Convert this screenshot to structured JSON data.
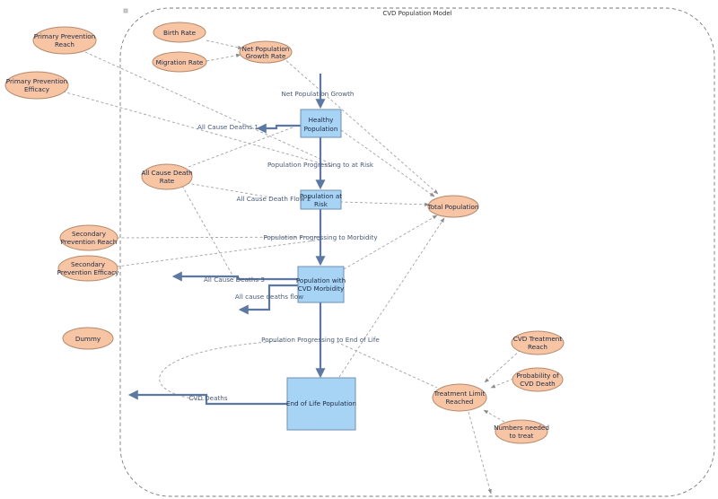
{
  "model_title": "CVD Population Model",
  "stocks": {
    "healthy": [
      "Healthy",
      "Population"
    ],
    "at_risk": [
      "Population at",
      "Risk"
    ],
    "cvd_morbidity": [
      "Population with",
      "CVD Morbidity"
    ],
    "end_of_life": [
      "End of Life Population"
    ]
  },
  "auxiliaries": {
    "birth_rate": [
      "Birth Rate"
    ],
    "migration_rate": [
      "Migration Rate"
    ],
    "net_population_growth_rate": [
      "Net Population",
      "Growth Rate"
    ],
    "primary_prevention_reach": [
      "Primary Prevention",
      "Reach"
    ],
    "primary_prevention_efficacy": [
      "Primary Prevention",
      "Efficacy"
    ],
    "all_cause_death_rate": [
      "All Cause Death",
      "Rate"
    ],
    "secondary_prevention_reach": [
      "Secondary",
      "Prevention Reach"
    ],
    "secondary_prevention_efficacy": [
      "Secondary",
      "Prevention Efficacy"
    ],
    "dummy": [
      "Dummy"
    ],
    "total_population": [
      "Total Population"
    ],
    "cvd_treatment_reach": [
      "CVD Treatment",
      "Reach"
    ],
    "probability_of_cvd_death": [
      "Probability of",
      "CVD Death"
    ],
    "treatment_limit_reached": [
      "Treatment Limit",
      "Reached"
    ],
    "numbers_needed_to_treat": [
      "Numbers needed",
      "to treat"
    ]
  },
  "flows": {
    "net_population_growth": "Net Population Growth",
    "all_cause_deaths_1": "All Cause Deaths 1",
    "population_progressing_to_at_risk": "Population Progressing to at Risk",
    "all_cause_death_flow_2": "All Cause Death Flow 2",
    "population_progressing_to_morbidity": "Population Progressing to Morbidity",
    "all_cause_deaths_3": "All Cause Deaths 3",
    "all_cause_deaths_flow": "All cause deaths flow",
    "population_progressing_to_end_of_life": "Population Progressing to End of Life",
    "cvd_deaths": "CVD Deaths"
  },
  "colors": {
    "stock_fill": "#a7d3f5",
    "auxiliary_fill": "#f7c4a4",
    "flow_line": "#5d79a3",
    "dependency_line": "#a2a2a2"
  }
}
